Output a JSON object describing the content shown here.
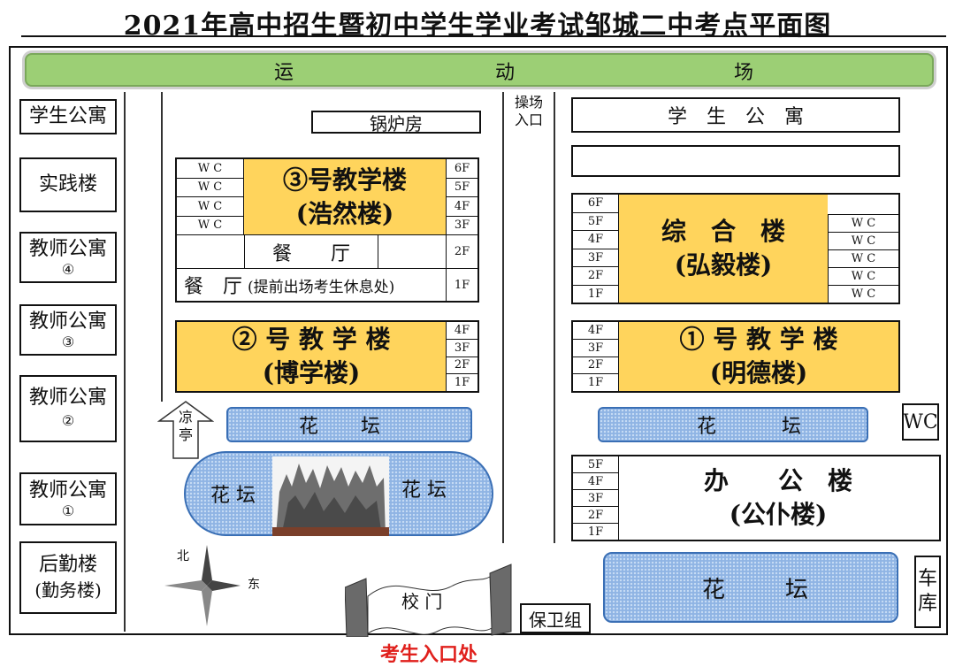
{
  "title": "2021年高中招生暨初中学生学业考试邹城二中考点平面图",
  "field": {
    "chars": [
      "运",
      "动",
      "场"
    ]
  },
  "left_column": {
    "student_dorm": "学生公寓",
    "practice_bldg": "实践楼",
    "teacher_apt_4": {
      "name": "教师公寓",
      "num": "④"
    },
    "teacher_apt_3": {
      "name": "教师公寓",
      "num": "③"
    },
    "teacher_apt_2": {
      "name": "教师公寓",
      "num": "②"
    },
    "teacher_apt_1": {
      "name": "教师公寓",
      "num": "①"
    },
    "logistics": {
      "name": "后勤楼",
      "alt": "(勤务楼)"
    }
  },
  "boiler_room": "锅炉房",
  "playground_entrance": "操场\n入口",
  "building3": {
    "name": "③号教学楼",
    "alt": "(浩然楼)",
    "wc": [
      "W C",
      "W C",
      "W C",
      "W C"
    ],
    "floors": [
      "6F",
      "5F",
      "4F",
      "3F"
    ],
    "canteen_2f": "餐　　厅",
    "floor_2f": "2F",
    "canteen_1f": "餐　厅",
    "canteen_1f_note": "(提前出场考生休息处)",
    "floor_1f": "1F"
  },
  "building2": {
    "name": "② 号 教 学 楼",
    "alt": "(博学楼)",
    "floors": [
      "4F",
      "3F",
      "2F",
      "1F"
    ]
  },
  "right_dorm": "学　生　公　寓",
  "complex": {
    "name": "综　合　楼",
    "alt": "(弘毅楼)",
    "floors": [
      "6F",
      "5F",
      "4F",
      "3F",
      "2F",
      "1F"
    ],
    "wc": [
      "W C",
      "W C",
      "W C",
      "W C",
      "W C"
    ]
  },
  "building1": {
    "name": "① 号 教 学 楼",
    "alt": "(明德楼)",
    "floors": [
      "4F",
      "3F",
      "2F",
      "1F"
    ]
  },
  "pavilion": "凉\n亭",
  "flower_bed": {
    "left": [
      "花",
      "坛"
    ],
    "round_left": "花 坛",
    "round_right": "花 坛",
    "right": [
      "花",
      "坛"
    ],
    "bottom": [
      "花",
      "坛"
    ]
  },
  "wc_standalone": "WC",
  "office": {
    "name": "办　　公　楼",
    "alt": "(公仆楼)",
    "floors": [
      "5F",
      "4F",
      "3F",
      "2F",
      "1F"
    ]
  },
  "compass": {
    "north": "北",
    "east": "东"
  },
  "gate": "校 门",
  "security": "保卫组",
  "garage": "车\n库",
  "entrance_label": "考生入口处",
  "colors": {
    "building": "#ffd45c",
    "field": "#9ccf75",
    "flower_bed": "#8fb4e4",
    "entrance": "#e0201c"
  }
}
